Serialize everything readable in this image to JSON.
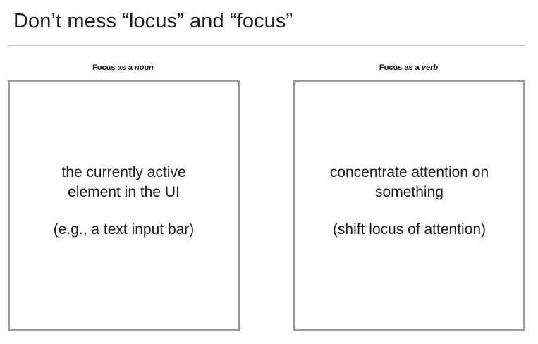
{
  "slide": {
    "title": "Don’t mess “locus” and “focus”"
  },
  "noun": {
    "caption_prefix": "Focus as a ",
    "caption_emph": "noun",
    "definition_line1": "the currently active",
    "definition_line2": "element in the UI",
    "example": "(e.g., a text input bar)"
  },
  "verb": {
    "caption_prefix": "Focus as a ",
    "caption_emph": "verb",
    "definition_line1": "concentrate attention on",
    "definition_line2": "something",
    "example": "(shift locus of attention)"
  },
  "colors": {
    "box_border": "#9a9a9a",
    "rule": "#c8c8c8",
    "text": "#1a1a1a"
  }
}
